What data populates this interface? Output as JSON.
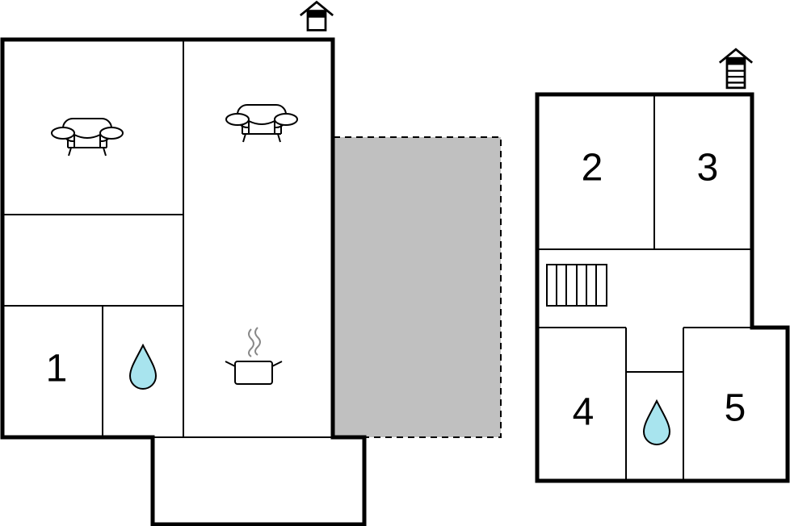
{
  "colors": {
    "wall": "#000000",
    "terrace_fill": "#c0c0c0",
    "water_fill": "#a8e4ee",
    "background": "#ffffff"
  },
  "icons": {
    "entrance": "house-entrance-icon",
    "sofa": "sofa-icon",
    "water": "water-drop-icon",
    "kitchen": "cooking-pot-icon",
    "stairs": "stairs-icon"
  },
  "ground_floor": {
    "rooms": {
      "bedroom_1": {
        "number": "1"
      }
    }
  },
  "upper_floor": {
    "rooms": {
      "bedroom_2": {
        "number": "2"
      },
      "bedroom_3": {
        "number": "3"
      },
      "bedroom_4": {
        "number": "4"
      },
      "bedroom_5": {
        "number": "5"
      }
    }
  }
}
